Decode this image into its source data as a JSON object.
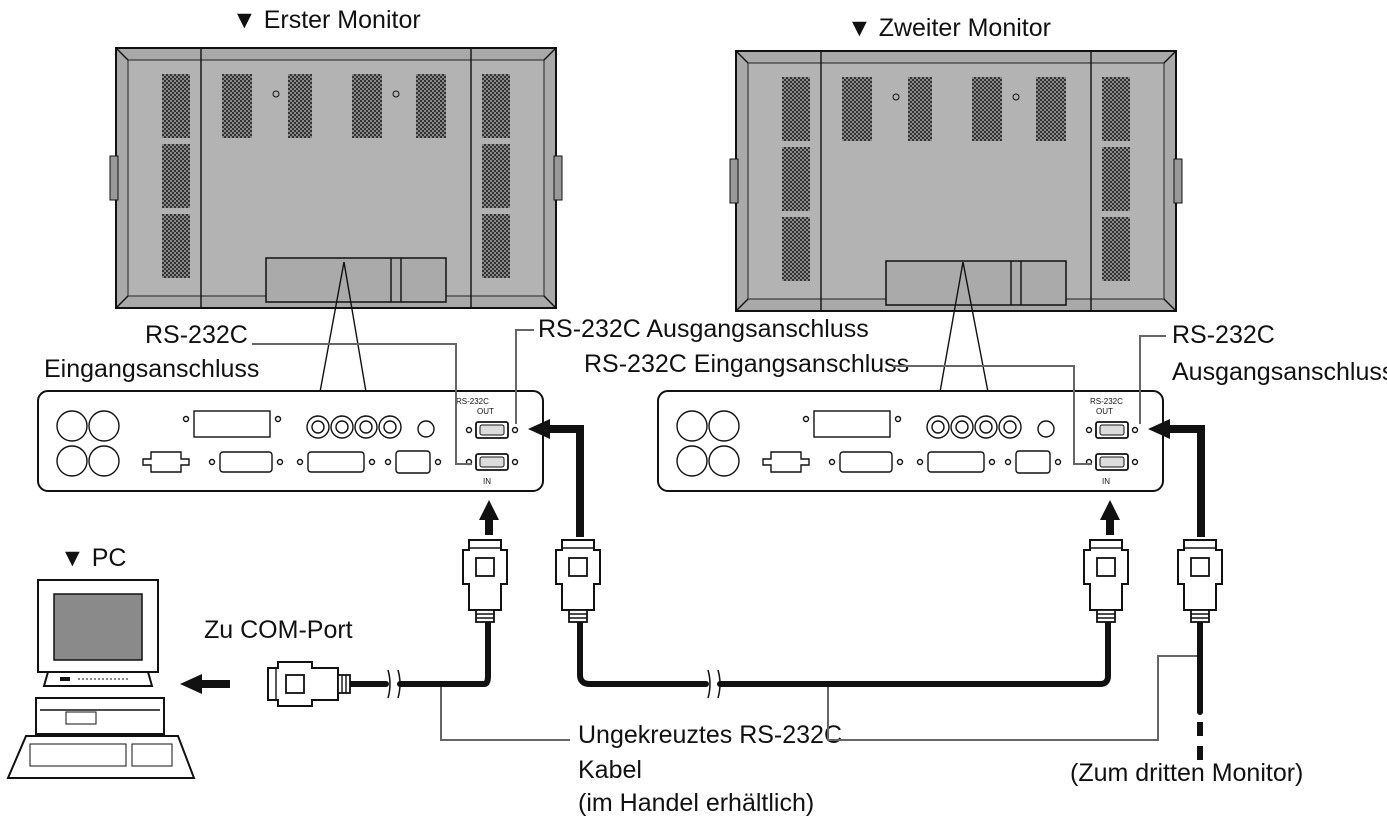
{
  "titles": {
    "first_monitor": "▼ Erster Monitor",
    "second_monitor": "▼ Zweiter Monitor",
    "pc": "▼ PC"
  },
  "labels": {
    "rs232c_in_line1": "RS-232C",
    "rs232c_in_line2": "Eingangsanschluss",
    "rs232c_out_first": "RS-232C Ausgangsanschluss",
    "rs232c_in_second": "RS-232C Eingangsanschluss",
    "rs232c_out_second_line1": "RS-232C",
    "rs232c_out_second_line2": "Ausgangsanschluss",
    "com_port": "Zu COM-Port",
    "cable_line1": "Ungekreuztes RS-232C",
    "cable_line2": "Kabel",
    "cable_line3": "(im Handel erhältlich)",
    "third_monitor": "(Zum dritten Monitor)"
  },
  "port_labels": {
    "rs232c": "RS-232C",
    "out": "OUT",
    "in": "IN"
  }
}
